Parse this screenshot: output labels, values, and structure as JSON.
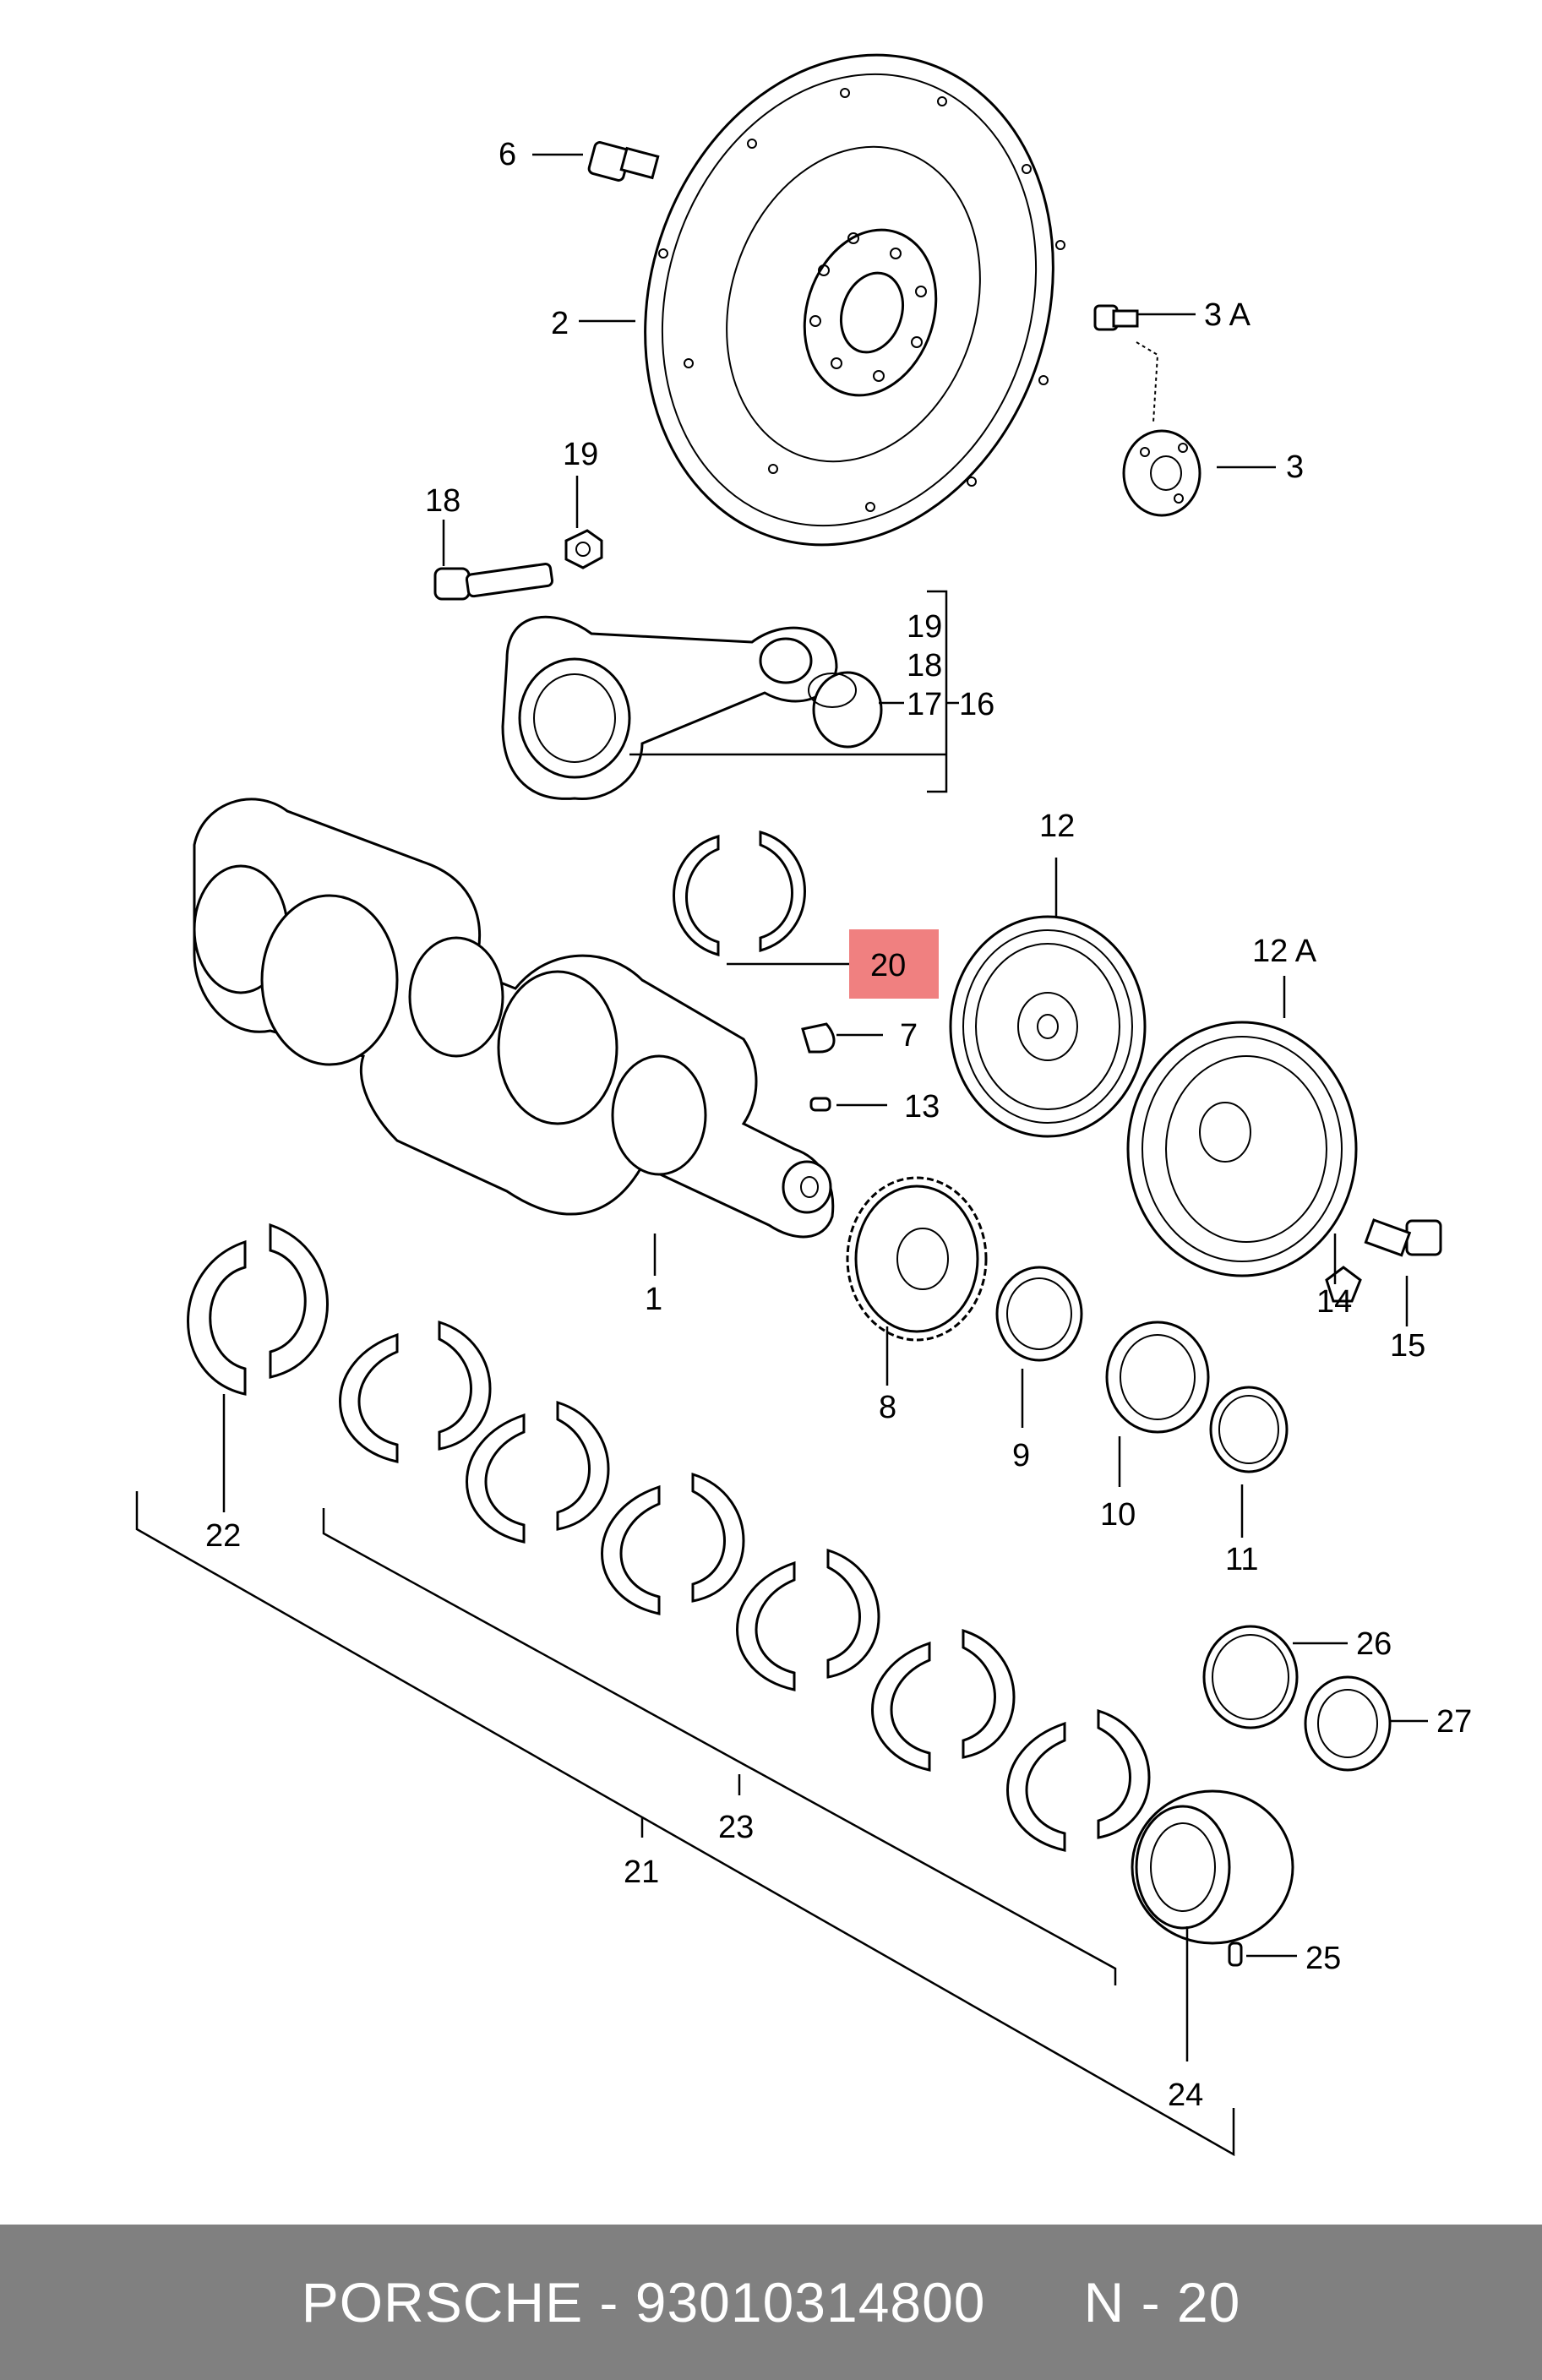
{
  "diagram": {
    "highlight_color": "#f08080",
    "callouts": {
      "c1": "1",
      "c2": "2",
      "c3": "3",
      "c3a": "3 A",
      "c6": "6",
      "c7": "7",
      "c8": "8",
      "c9": "9",
      "c10": "10",
      "c11": "11",
      "c12": "12",
      "c12a": "12 A",
      "c13": "13",
      "c14": "14",
      "c15": "15",
      "c16": "16",
      "c17": "17",
      "c18": "18",
      "c18b": "18",
      "c19": "19",
      "c19b": "19",
      "c20": "20",
      "c21": "21",
      "c22": "22",
      "c23": "23",
      "c24": "24",
      "c25": "25",
      "c26": "26",
      "c27": "27"
    }
  },
  "footer": {
    "brand": "PORSCHE",
    "separator": " - ",
    "part_number": "93010314800",
    "position_label": "N - 20",
    "background": "#808080"
  }
}
